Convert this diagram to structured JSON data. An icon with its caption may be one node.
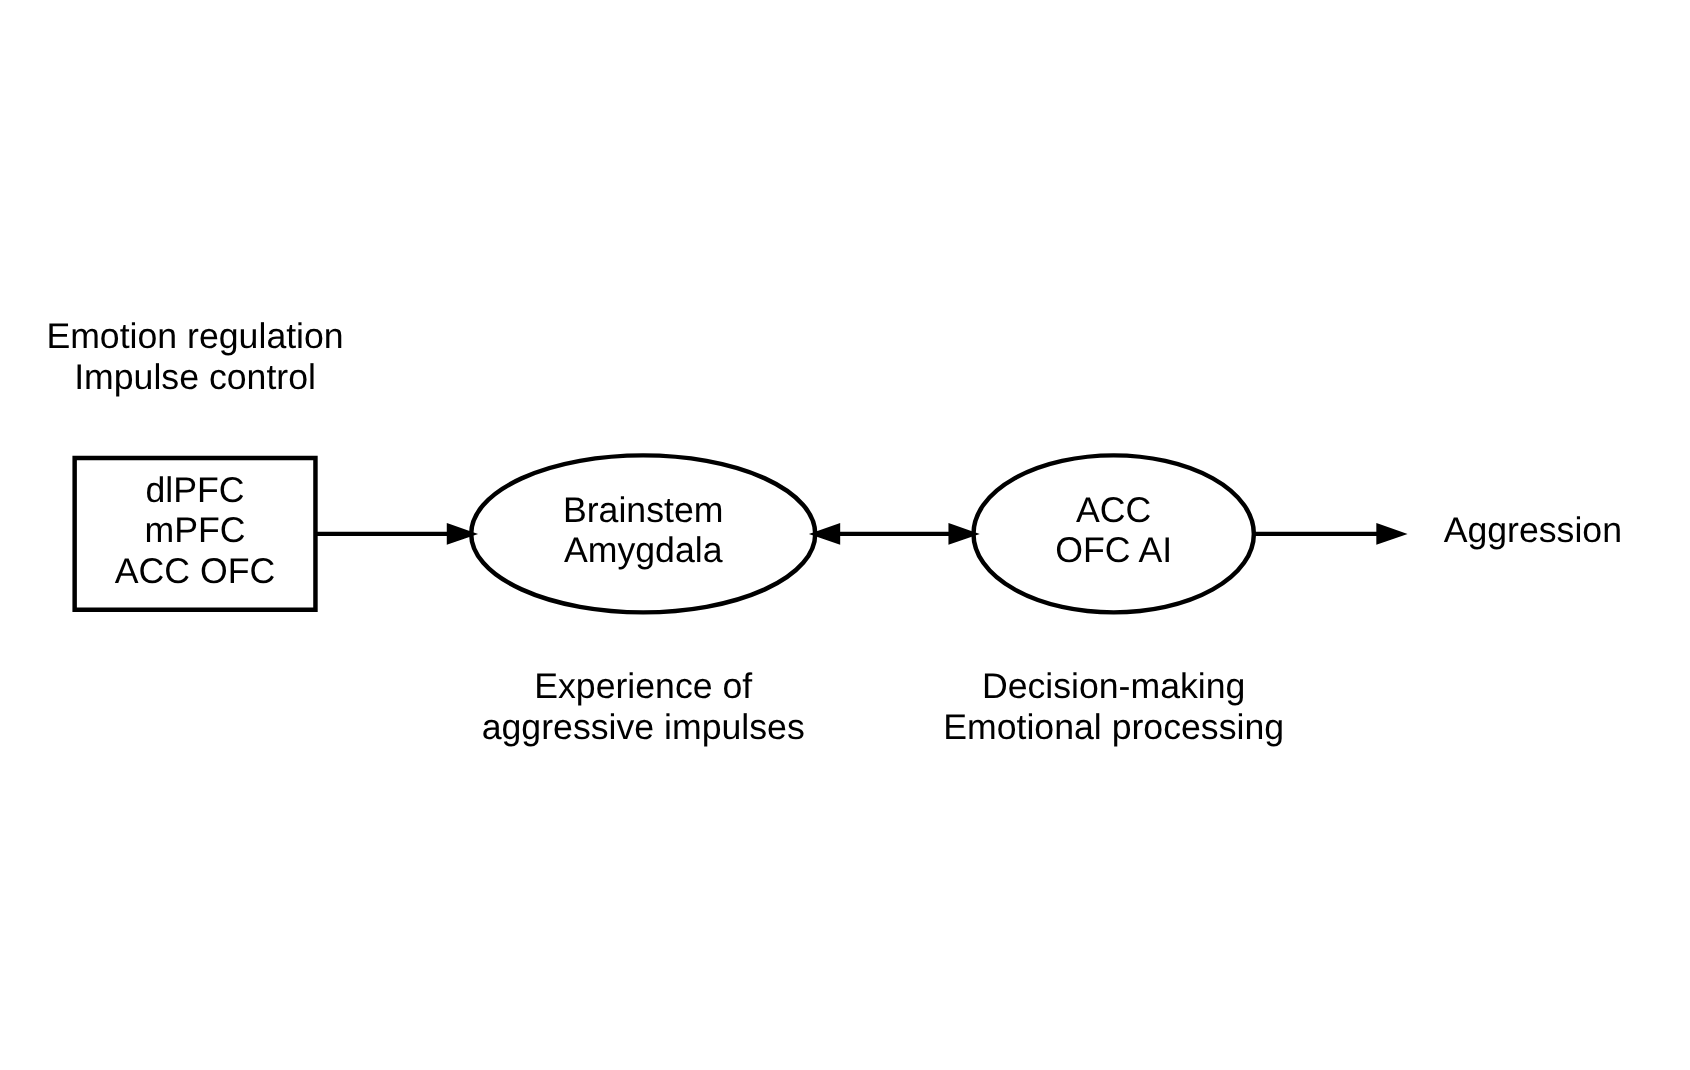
{
  "diagram": {
    "nodes": [
      {
        "text": [
          "dlPFC",
          "mPFC",
          "ACC OFC"
        ],
        "beside": [
          "Emotion regulation",
          "Impulse control"
        ]
      },
      {
        "text": [
          "Brainstem",
          "Amygdala"
        ],
        "beside": [
          "Experience of",
          "aggressive impulses"
        ]
      },
      {
        "text": [
          "ACC",
          "OFC AI"
        ],
        "beside": [
          "Decision-making",
          "Emotional processing"
        ]
      },
      {
        "text": [
          "Aggression"
        ]
      }
    ],
    "edges": [
      {
        "from": 0,
        "to": 1,
        "arrow": "to"
      },
      {
        "from": 1,
        "to": 2,
        "arrow": "both"
      },
      {
        "from": 2,
        "to": 3,
        "arrow": "to"
      }
    ]
  }
}
